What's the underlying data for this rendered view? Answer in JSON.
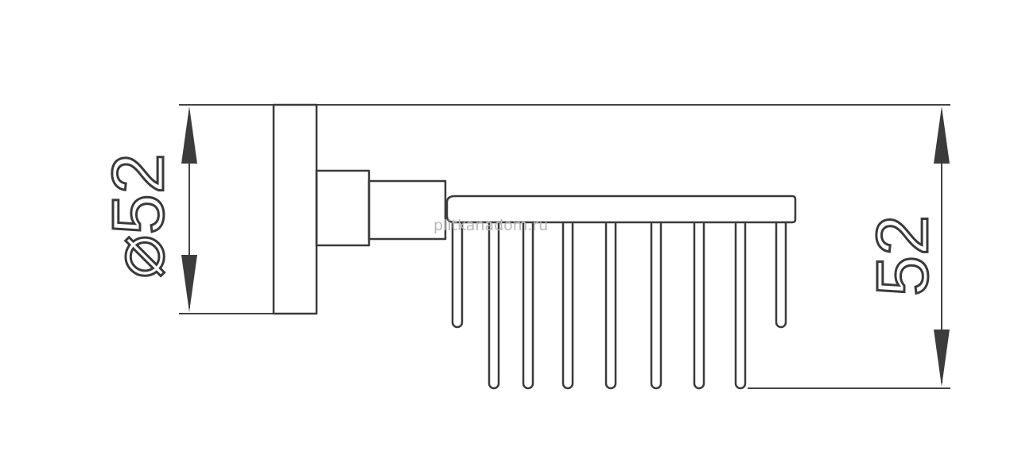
{
  "dimensions": {
    "left": "⌀52",
    "right": "52"
  },
  "watermark": "plitkanadom.ru"
}
